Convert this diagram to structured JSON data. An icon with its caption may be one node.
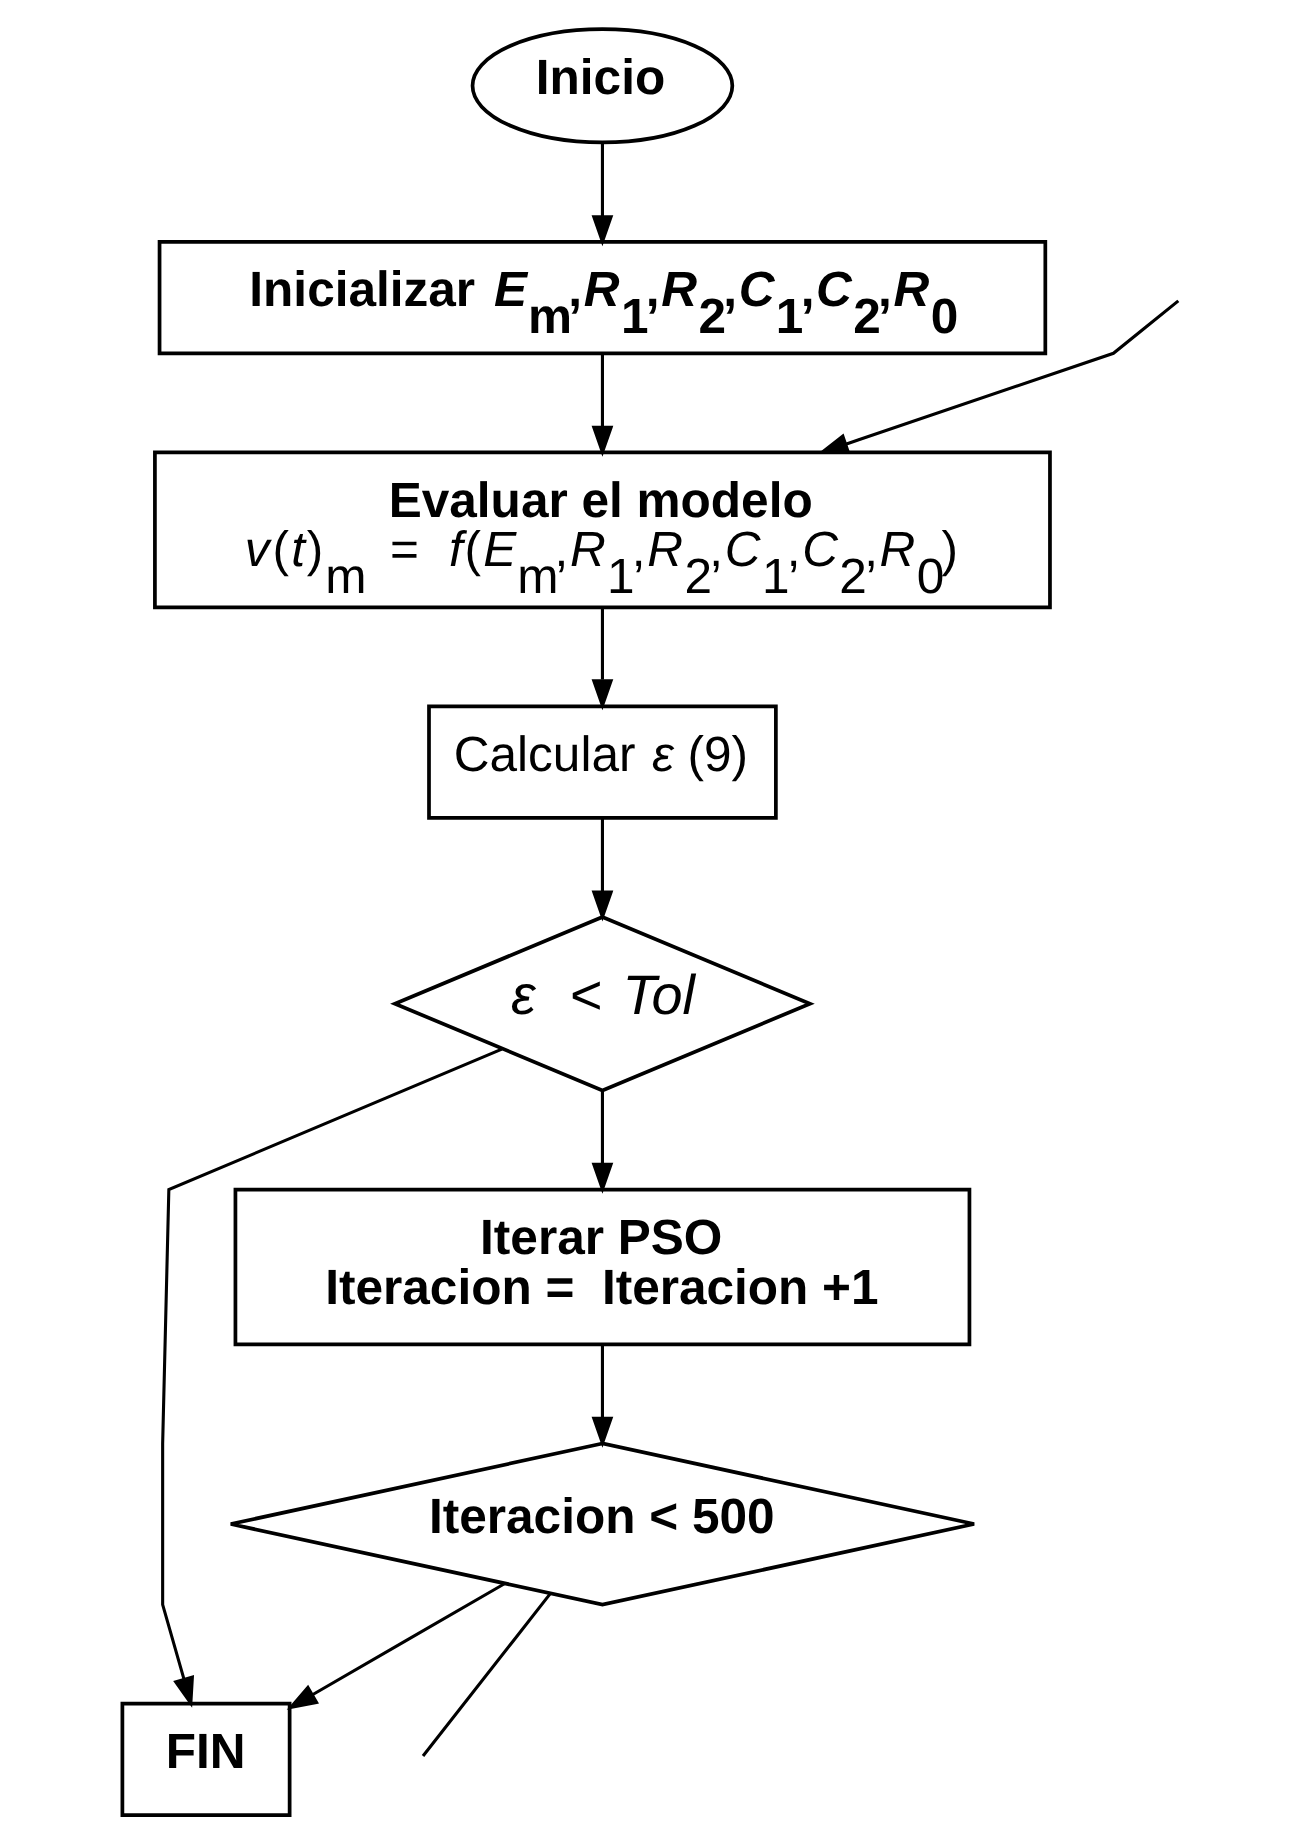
{
  "diagram": {
    "nodes": [
      {
        "text": [
          "Inicio"
        ]
      },
      {
        "text": [
          "Inicializar *E*$_{m}$,*R*$_{1}$,*R*$_{2}$,*C*$_{1}$,*C*$_{2}$,*R*$_{0}$"
        ]
      },
      {
        "text": [
          "Evaluar el modelo",
          "*v*(*t*)$_{m}$  =  *f*(*E*$_{m}$,*R*$_{1}$,*R*$_{2}$,*C*$_{1}$,*C*$_{2}$,*R*$_{0}$)"
        ]
      },
      {
        "text": [
          "Calcular *ε* (9)"
        ]
      },
      {
        "text": [
          "*ε*  < *Tol*"
        ]
      },
      {
        "text": [
          "Iterar PSO",
          "Iteracion =  Iteracion +1"
        ]
      },
      {
        "text": [
          "Iteracion < 500"
        ]
      },
      {
        "text": [
          "FIN"
        ]
      }
    ],
    "edges": [
      {
        "from": 0,
        "to": 1,
        "arrow": "to"
      },
      {
        "from": 1,
        "to": 2,
        "arrow": "to"
      },
      {
        "from": null,
        "to": 2,
        "arrow": "to"
      },
      {
        "from": 2,
        "to": 3,
        "arrow": "to"
      },
      {
        "from": 3,
        "to": 4,
        "arrow": "to"
      },
      {
        "from": 4,
        "to": 7,
        "arrow": "to"
      },
      {
        "from": 4,
        "to": 5,
        "arrow": "to"
      },
      {
        "from": 5,
        "to": 6,
        "arrow": "to"
      },
      {
        "from": 6,
        "to": 7,
        "arrow": "to"
      },
      {
        "from": 6,
        "to": null,
        "arrow": "none"
      }
    ]
  }
}
